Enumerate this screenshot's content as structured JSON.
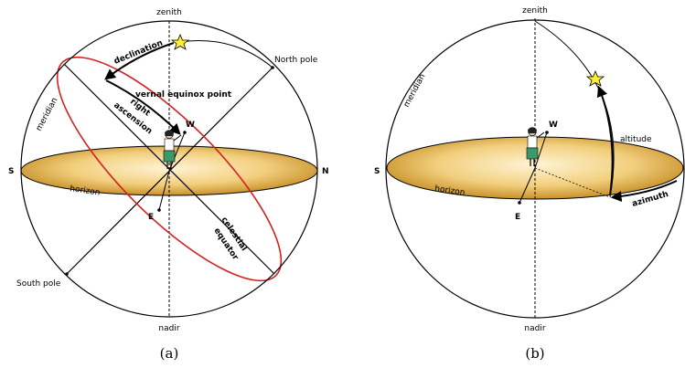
{
  "panel_a": {
    "zenith": "zenith",
    "nadir": "nadir",
    "north_pole": "North pole",
    "south_pole": "South pole",
    "meridian": "meridian",
    "horizon": "horizon",
    "declination": "declination",
    "right_ascension_1": "right",
    "right_ascension_2": "ascension",
    "vernal_equinox": "vernal equinox point",
    "celestial_equator_1": "celestial",
    "celestial_equator_2": "equator",
    "s": "S",
    "n": "N",
    "e": "E",
    "w": "W",
    "caption": "(a)"
  },
  "panel_b": {
    "zenith": "zenith",
    "nadir": "nadir",
    "meridian": "meridian",
    "horizon": "horizon",
    "altitude": "altitude",
    "azimuth": "azimuth",
    "s": "S",
    "e": "E",
    "w": "W",
    "caption": "(b)"
  },
  "colors": {
    "horizon_fill": "#e8b84a",
    "equator": "#d42020",
    "star": "#ffee33"
  }
}
